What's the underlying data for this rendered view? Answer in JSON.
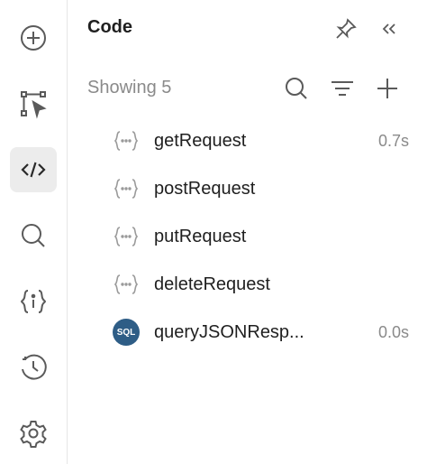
{
  "sidebar": {
    "items": [
      {
        "icon": "add-circle-icon"
      },
      {
        "icon": "workflow-select-icon"
      },
      {
        "icon": "code-icon",
        "active": true
      },
      {
        "icon": "search-icon"
      },
      {
        "icon": "variables-icon"
      },
      {
        "icon": "history-icon"
      },
      {
        "icon": "settings-icon"
      }
    ]
  },
  "panel": {
    "title": "Code",
    "count_label": "Showing 5",
    "items": [
      {
        "name": "getRequest",
        "time": "0.7s",
        "icon": "code-braces-icon"
      },
      {
        "name": "postRequest",
        "time": "",
        "icon": "code-braces-icon"
      },
      {
        "name": "putRequest",
        "time": "",
        "icon": "code-braces-icon"
      },
      {
        "name": "deleteRequest",
        "time": "",
        "icon": "code-braces-icon"
      },
      {
        "name": "queryJSONResp...",
        "time": "0.0s",
        "icon": "sql-icon",
        "badge": "SQL"
      }
    ]
  },
  "colors": {
    "accent": "#2e5d86",
    "muted": "#8a8a8a",
    "active_bg": "#ececec"
  }
}
